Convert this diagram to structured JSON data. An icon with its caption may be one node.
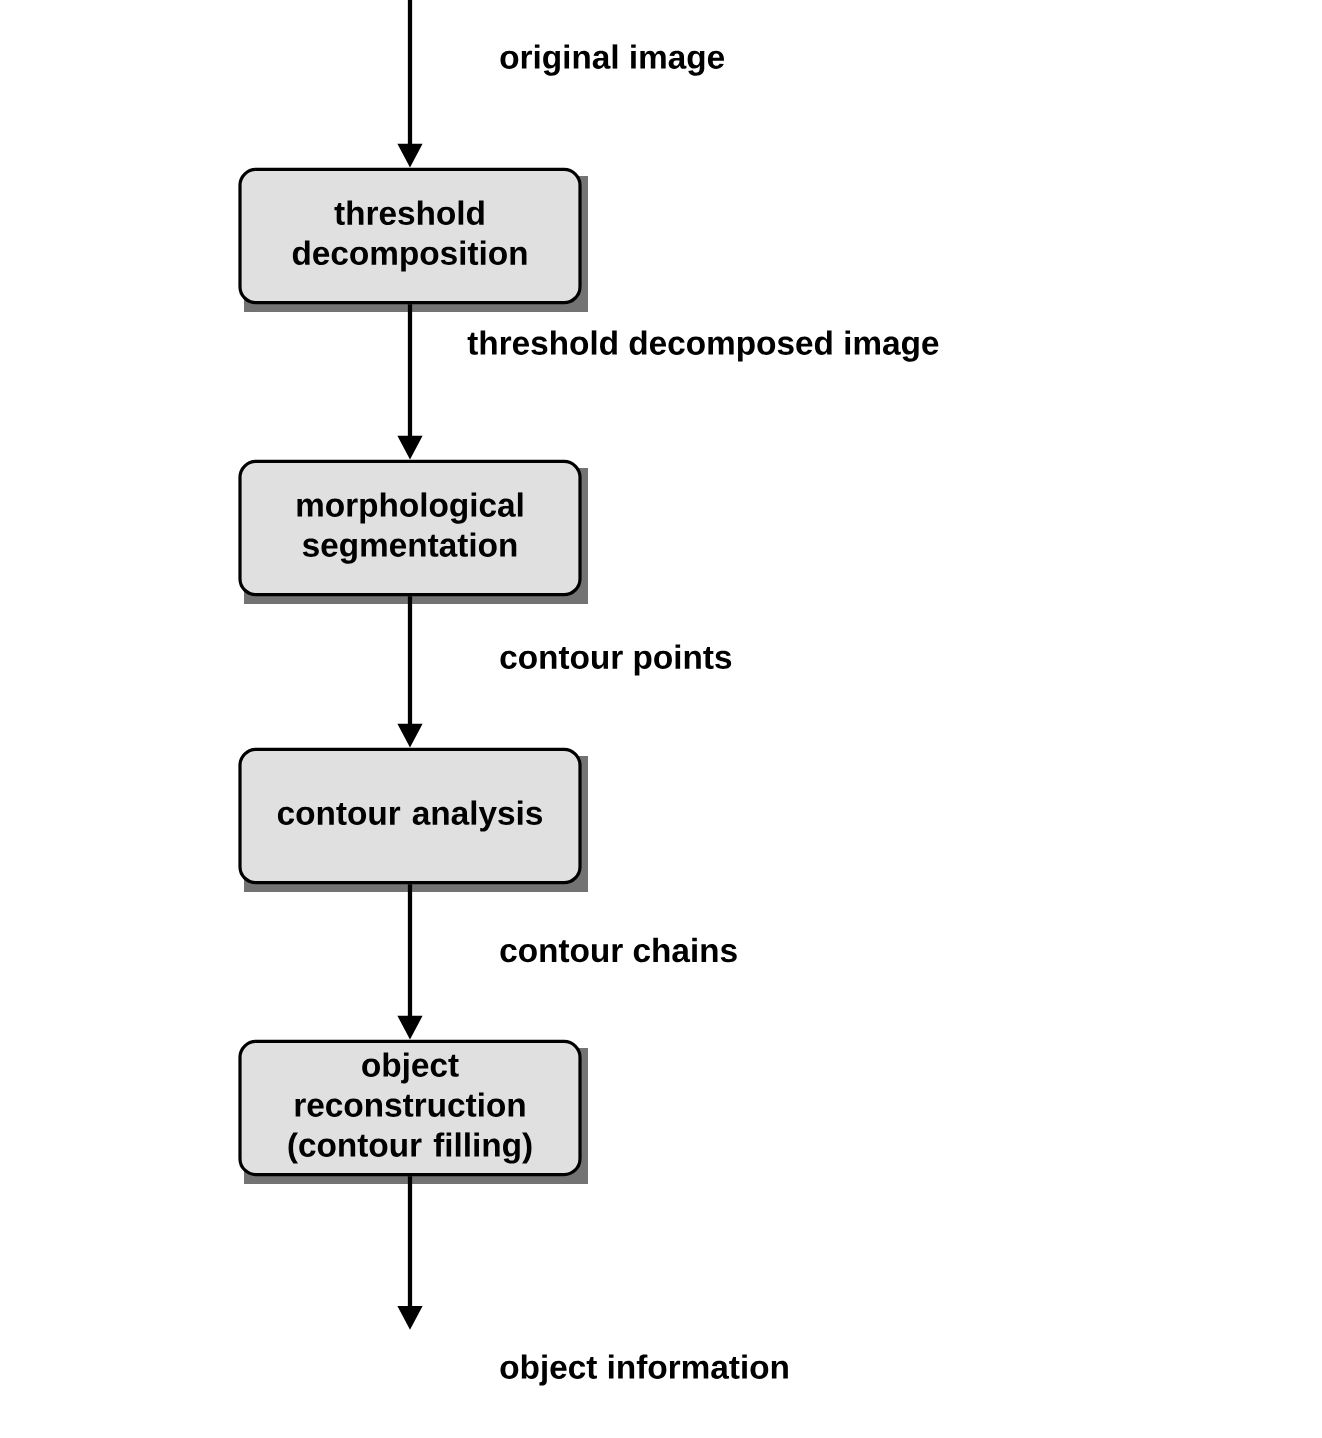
{
  "diagram": {
    "nodes": [
      {
        "text": [
          "threshold decomposition"
        ]
      },
      {
        "text": [
          "morphological segmentation"
        ]
      },
      {
        "text": [
          "contour analysis"
        ]
      },
      {
        "text": [
          "object reconstruction (contour filling)"
        ]
      }
    ],
    "edges": [
      {
        "from": null,
        "to": 0,
        "arrow": "to",
        "label": "original image"
      },
      {
        "from": 0,
        "to": 1,
        "arrow": "to",
        "label": "threshold decomposed image"
      },
      {
        "from": 1,
        "to": 2,
        "arrow": "to",
        "label": "contour points"
      },
      {
        "from": 2,
        "to": 3,
        "arrow": "to",
        "label": "contour chains"
      },
      {
        "from": 3,
        "to": null,
        "arrow": "to",
        "label": "object information"
      }
    ]
  }
}
